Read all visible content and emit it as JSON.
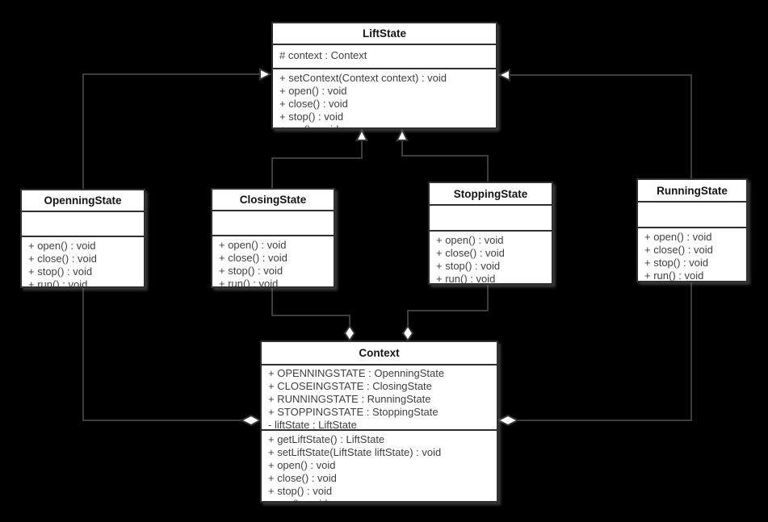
{
  "diagram": {
    "kind": "uml-class-diagram",
    "colors": {
      "background": "#000000",
      "box_fill": "#ffffff",
      "box_border": "#2f2f2f",
      "connector_line": "#3d3d3d",
      "marker_fill": "#ffffff",
      "body_text": "#404040",
      "title_text": "#141414"
    }
  },
  "classes": [
    {
      "name": "LiftState",
      "attributes": [
        "# context : Context"
      ],
      "methods": [
        "+ setContext(Context context) : void",
        "+ open() : void",
        "+ close() : void",
        "+ stop() : void",
        "+ run() : void"
      ]
    },
    {
      "name": "OpenningState",
      "attributes": [],
      "methods": [
        "+ open() : void",
        "+ close() : void",
        "+ stop() : void",
        "+ run() : void"
      ]
    },
    {
      "name": "ClosingState",
      "attributes": [],
      "methods": [
        "+ open() : void",
        "+ close() : void",
        "+ stop() : void",
        "+ run() : void"
      ]
    },
    {
      "name": "StoppingState",
      "attributes": [],
      "methods": [
        "+ open() : void",
        "+ close() : void",
        "+ stop() : void",
        "+ run() : void"
      ]
    },
    {
      "name": "RunningState",
      "attributes": [],
      "methods": [
        "+ open() : void",
        "+ close() : void",
        "+ stop() : void",
        "+ run() : void"
      ]
    },
    {
      "name": "Context",
      "attributes": [
        "+ OPENNINGSTATE : OpenningState",
        "+ CLOSEINGSTATE : ClosingState",
        "+ RUNNINGSTATE : RunningState",
        "+ STOPPINGSTATE : StoppingState",
        "- liftState : LiftState"
      ],
      "methods": [
        "+ getLiftState() : LiftState",
        "+ setLiftState(LiftState liftState) : void",
        "+ open() : void",
        "+ close() : void",
        "+ stop() : void",
        "+ run() : void"
      ]
    }
  ],
  "relationships": [
    {
      "from": "OpenningState",
      "to": "LiftState",
      "type": "generalization"
    },
    {
      "from": "ClosingState",
      "to": "LiftState",
      "type": "generalization"
    },
    {
      "from": "StoppingState",
      "to": "LiftState",
      "type": "generalization"
    },
    {
      "from": "RunningState",
      "to": "LiftState",
      "type": "generalization"
    },
    {
      "from": "OpenningState",
      "to": "Context",
      "type": "aggregation"
    },
    {
      "from": "ClosingState",
      "to": "Context",
      "type": "aggregation"
    },
    {
      "from": "StoppingState",
      "to": "Context",
      "type": "aggregation"
    },
    {
      "from": "RunningState",
      "to": "Context",
      "type": "aggregation"
    }
  ]
}
